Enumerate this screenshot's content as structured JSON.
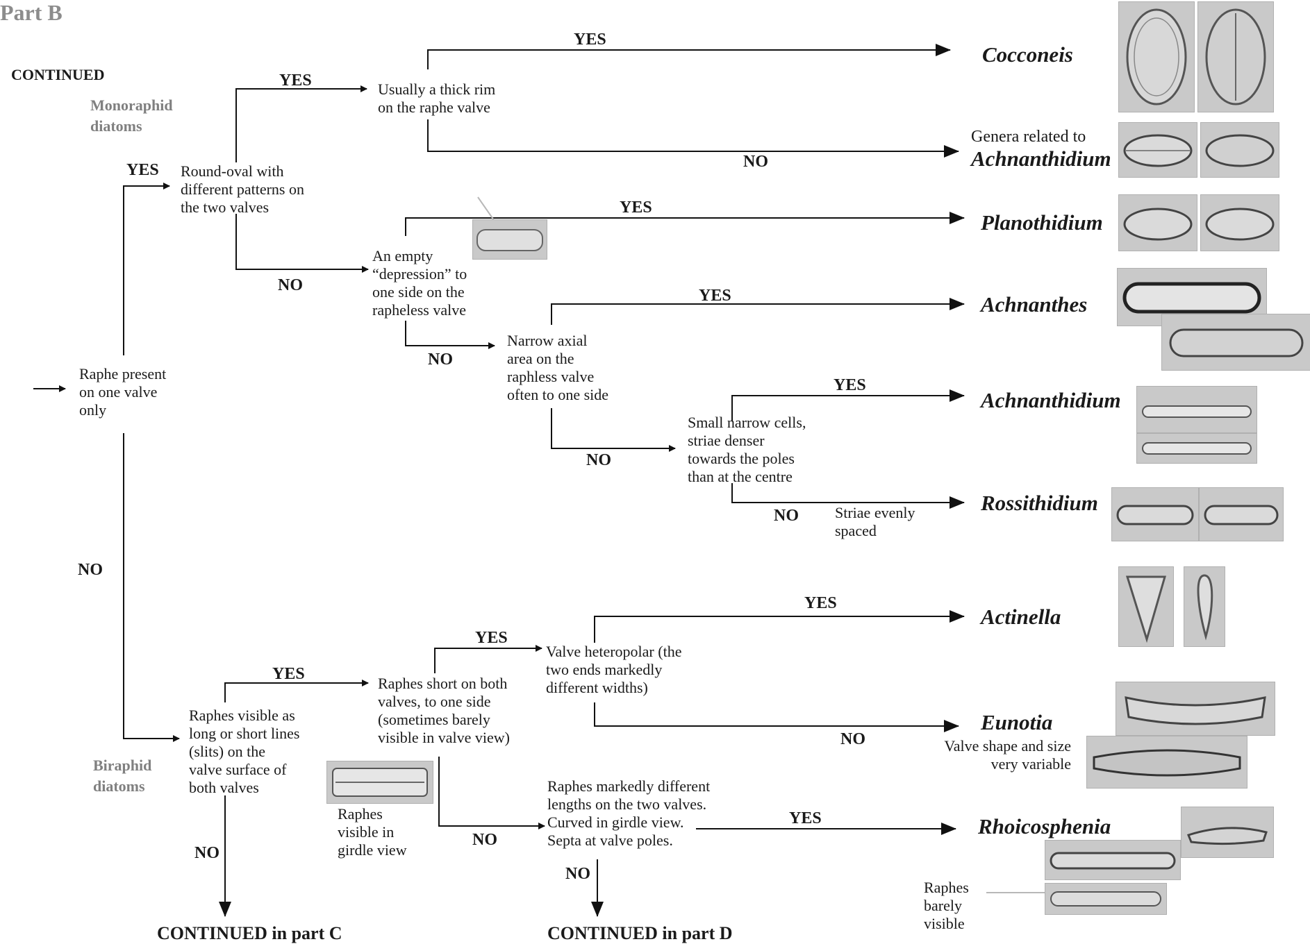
{
  "header": {
    "title": "Part B",
    "continued": "CONTINUED"
  },
  "groups": {
    "monoraphid": "Monoraphid\ndiatoms",
    "biraphid": "Biraphid\ndiatoms"
  },
  "nodes": {
    "start": "Raphe present\non one valve\nonly",
    "round_oval": "Round-oval with\ndifferent patterns on\nthe two valves",
    "thick_rim": "Usually a thick rim\non the raphe valve",
    "depression": "An empty\n“depression” to\none side on the\nrapheless valve",
    "narrow_axial": "Narrow axial\narea on the\nraphless valve\noften to one side",
    "small_narrow": "Small narrow cells,\nstriae denser\ntowards the poles\nthan at the centre",
    "striae_even": "Striae evenly\nspaced",
    "raphes_visible": "Raphes visible as\nlong or short lines\n(slits) on the\nvalve surface of\nboth valves",
    "girdle_note": "Raphes\nvisible in\ngirdle view",
    "raphes_short": "Raphes short on both\nvalves, to one side\n(sometimes barely\nvisible in valve view)",
    "heteropolar": "Valve heteropolar (the\ntwo ends markedly\ndifferent widths)",
    "raphes_diff": "Raphes markedly different\nlengths on the two valves.\nCurved in girdle view.\nSepta at valve poles.",
    "eunotia_note": "Valve shape and size\nvery variable",
    "barely_visible": "Raphes\nbarely\nvisible"
  },
  "genera": {
    "cocconeis": "Cocconeis",
    "related_prefix": "Genera related to",
    "achnanthidium_related": "Achnanthidium",
    "planothidium": "Planothidium",
    "achnanthes": "Achnanthes",
    "achnanthidium": "Achnanthidium",
    "rossithidium": "Rossithidium",
    "actinella": "Actinella",
    "eunotia": "Eunotia",
    "rhoicosphenia": "Rhoicosphenia"
  },
  "answers": {
    "yes": "YES",
    "no": "NO"
  },
  "footer": {
    "part_c": "CONTINUED in part C",
    "part_d": "CONTINUED in part D"
  },
  "colors": {
    "line": "#111111",
    "gray_text": "#808080",
    "photo_bg": "#c9c9c9"
  }
}
